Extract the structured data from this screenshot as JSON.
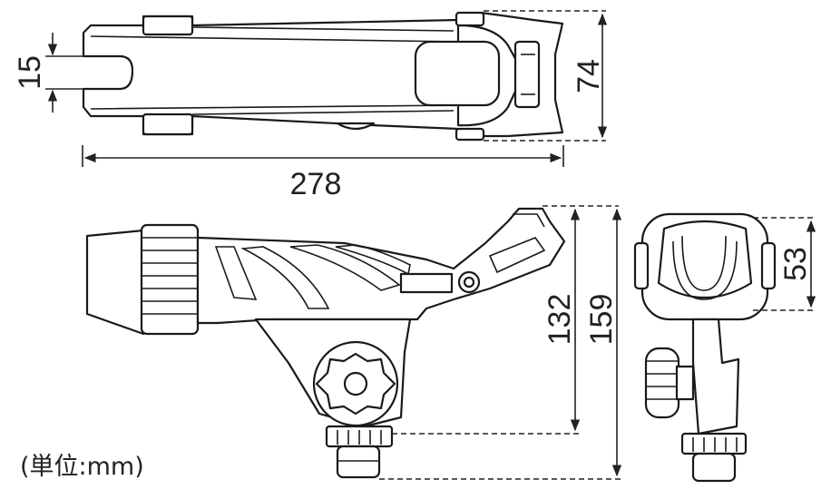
{
  "dimensions": {
    "top_length": "278",
    "top_width": "74",
    "slot_width": "15",
    "side_height_inner": "132",
    "side_height_total": "159",
    "end_width": "53"
  },
  "unit_label": "(単位:mm)",
  "colors": {
    "stroke": "#1a1a1a",
    "background": "#ffffff"
  }
}
